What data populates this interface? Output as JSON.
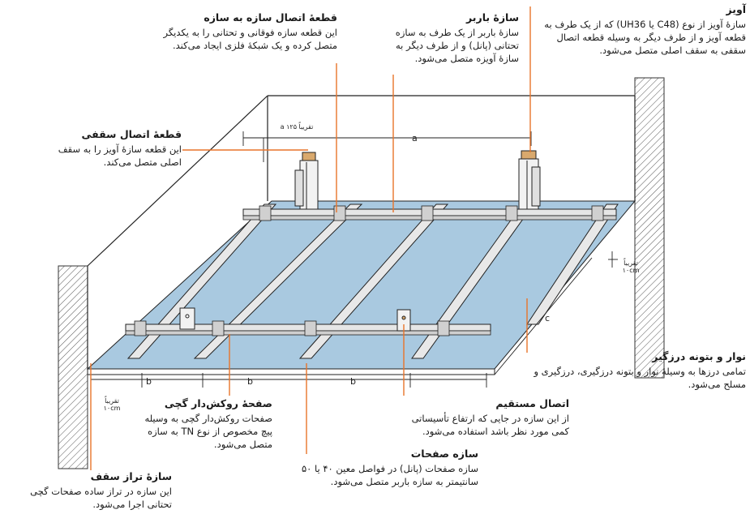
{
  "labels": {
    "connector": {
      "title": "قطعهٔ اتصال سازه به سازه",
      "desc": "این قطعه سازه فوقانی و تحتانی را به یکدیگر متصل کرده و یک شبکهٔ فلزی ایجاد می‌کند."
    },
    "carrier": {
      "title": "سازهٔ باربر",
      "desc": "سازهٔ باربر از یک طرف به سازه تحتانی (پانل) و از طرف دیگر به سازهٔ آویزه متصل می‌شود."
    },
    "hanger": {
      "title": "آویز",
      "desc": "سازهٔ آویز از نوع (C48 یا UH36) که از یک طرف به قطعه آویز و از طرف دیگر به وسیله قطعه اتصال سقفی به سقف اصلی متصل می‌شود."
    },
    "ceiling_connector": {
      "title": "قطعهٔ اتصال سقفی",
      "desc": "این قطعه سازهٔ آویز را به سقف اصلی متصل می‌کند."
    },
    "tape": {
      "title": "نوار و بتونه درزگیر",
      "desc": "تمامی درزها به وسیلهٔ نوار و بتونه درزگیری، درزگیری و مسلح می‌شود."
    },
    "board": {
      "title": "صفحهٔ روکش‌دار گچی",
      "desc": "صفحات روکش‌دار گچی به وسیله پیچ مخصوص از نوع TN به سازه متصل می‌شود."
    },
    "direct": {
      "title": "اتصال مستقیم",
      "desc": "از این سازه در جایی که ارتفاع تأسیساتی کمی مورد نظر باشد استفاده می‌شود."
    },
    "panel": {
      "title": "سازه صفحات",
      "desc": "سازه صفحات (پانل) در فواصل معین ۴۰ یا ۵۰ سانتیمتر به سازه باربر متصل می‌شود."
    },
    "wall_track": {
      "title": "سازهٔ تراز سقف",
      "desc": "این سازه در تراز ساده صفحات گچی تحتانی اجرا می‌شود."
    }
  },
  "dimensions": {
    "a": "a",
    "b1": "b",
    "b2": "b",
    "b3": "b",
    "c": "c",
    "approx_top": "تقریباً ۱۲۵ a",
    "approx_right": "تقریباً",
    "approx_right_unit": "۱۰cm",
    "approx_left": "تقریباً",
    "approx_left_unit": "۱۰cm"
  },
  "colors": {
    "board": "#a9c9e0",
    "leader": "#e8742a",
    "steel": "#e4e4e4",
    "outline": "#1a1a1a"
  }
}
